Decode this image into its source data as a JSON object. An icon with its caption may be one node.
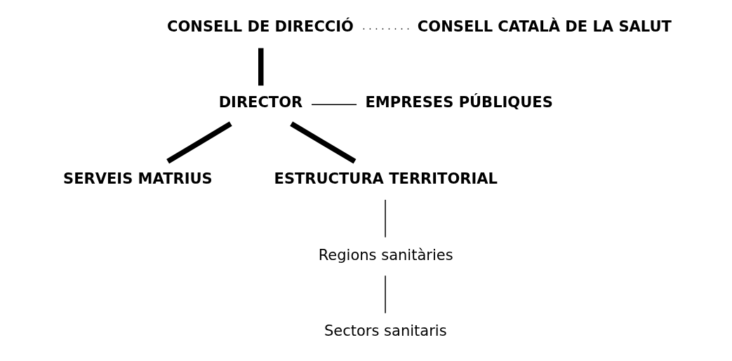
{
  "diagram": {
    "nodes": [
      {
        "text": [
          "CONSELL DE DIRECCIÓ"
        ]
      },
      {
        "text": [
          "CONSELL CATALÀ DE LA SALUT"
        ]
      },
      {
        "text": [
          "DIRECTOR"
        ]
      },
      {
        "text": [
          "EMPRESES PÚBLIQUES"
        ]
      },
      {
        "text": [
          "SERVEIS MATRIUS"
        ]
      },
      {
        "text": [
          "ESTRUCTURA TERRITORIAL"
        ]
      },
      {
        "text": [
          "Regions sanitàries"
        ]
      },
      {
        "text": [
          "Sectors sanitaris"
        ]
      }
    ],
    "edges": [
      {
        "from": 0,
        "to": 1,
        "arrow": "none",
        "style": "dashed"
      },
      {
        "from": 0,
        "to": 2,
        "arrow": "none",
        "style": "thick"
      },
      {
        "from": 2,
        "to": 3,
        "arrow": "none"
      },
      {
        "from": 2,
        "to": 4,
        "arrow": "none",
        "style": "thick"
      },
      {
        "from": 2,
        "to": 5,
        "arrow": "none",
        "style": "thick"
      },
      {
        "from": 5,
        "to": 6,
        "arrow": "none"
      },
      {
        "from": 6,
        "to": 7,
        "arrow": "none"
      }
    ]
  }
}
